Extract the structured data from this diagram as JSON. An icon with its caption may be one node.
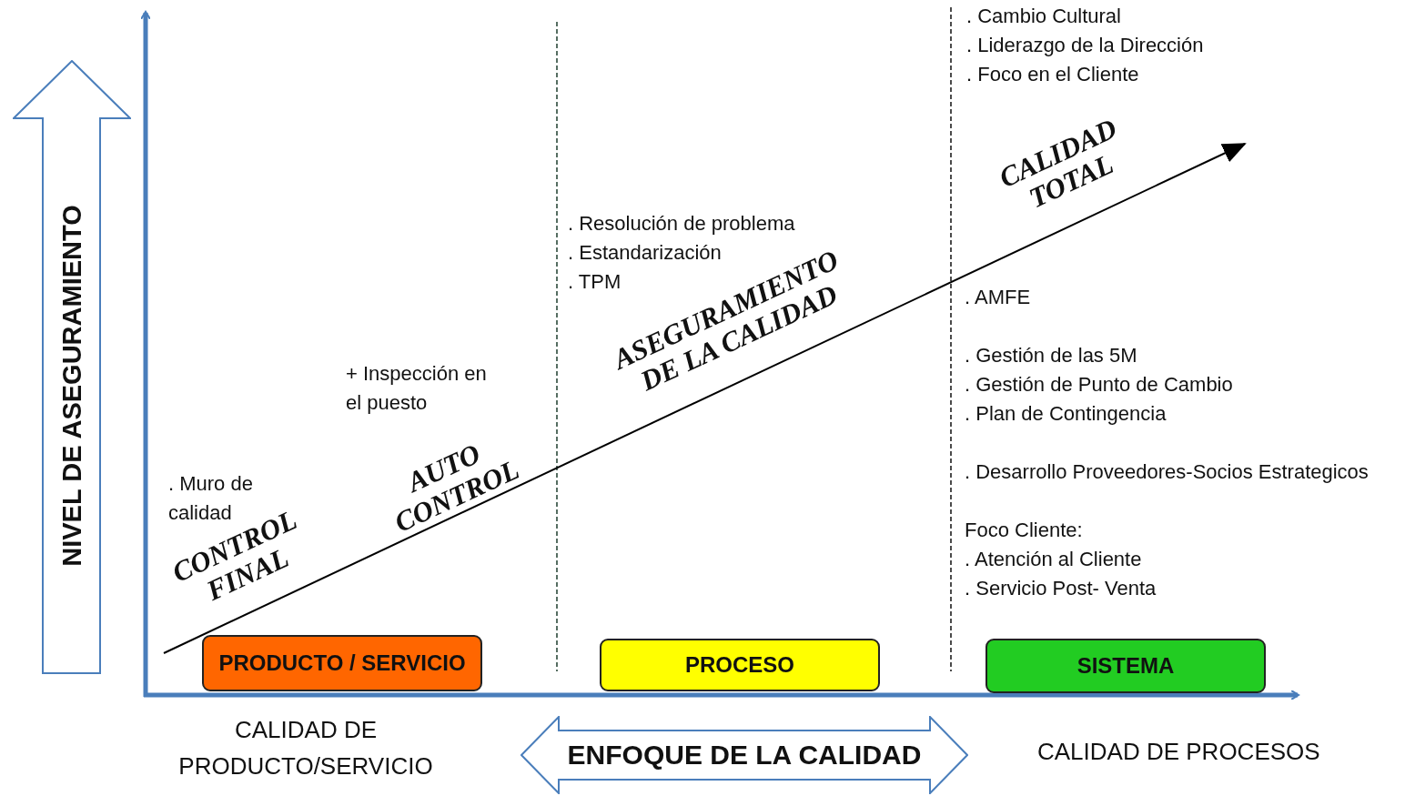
{
  "diagram": {
    "nodes": [
      {
        "text": [
          "NIVEL DE ASEGURAMIENTO"
        ]
      },
      {
        "text": [
          "PRODUCTO / SERVICIO"
        ]
      },
      {
        "text": [
          "PROCESO"
        ]
      },
      {
        "text": [
          "SISTEMA"
        ]
      },
      {
        "text": [
          "ENFOQUE DE LA CALIDAD"
        ]
      }
    ],
    "labels": [
      ". Cambio Cultural",
      ". Liderazgo de la Dirección",
      ". Foco en el Cliente",
      "CALIDAD TOTAL",
      ". Resolución de problema",
      ". Estandarización",
      ". TPM",
      "ASEGURAMIENTO DE LA CALIDAD",
      ". AMFE",
      ". Gestión de las 5M",
      ". Gestión de Punto de Cambio",
      ". Plan de Contingencia",
      "+ Inspección en el puesto",
      "AUTO CONTROL",
      ". Desarrollo Proveedores-Socios Estrategicos",
      ". Muro de calidad",
      "CONTROL FINAL",
      "Foco Cliente:",
      ". Atención al Cliente",
      ". Servicio Post- Venta",
      "CALIDAD DE PRODUCTO/SERVICIO",
      "CALIDAD DE PROCESOS"
    ]
  }
}
